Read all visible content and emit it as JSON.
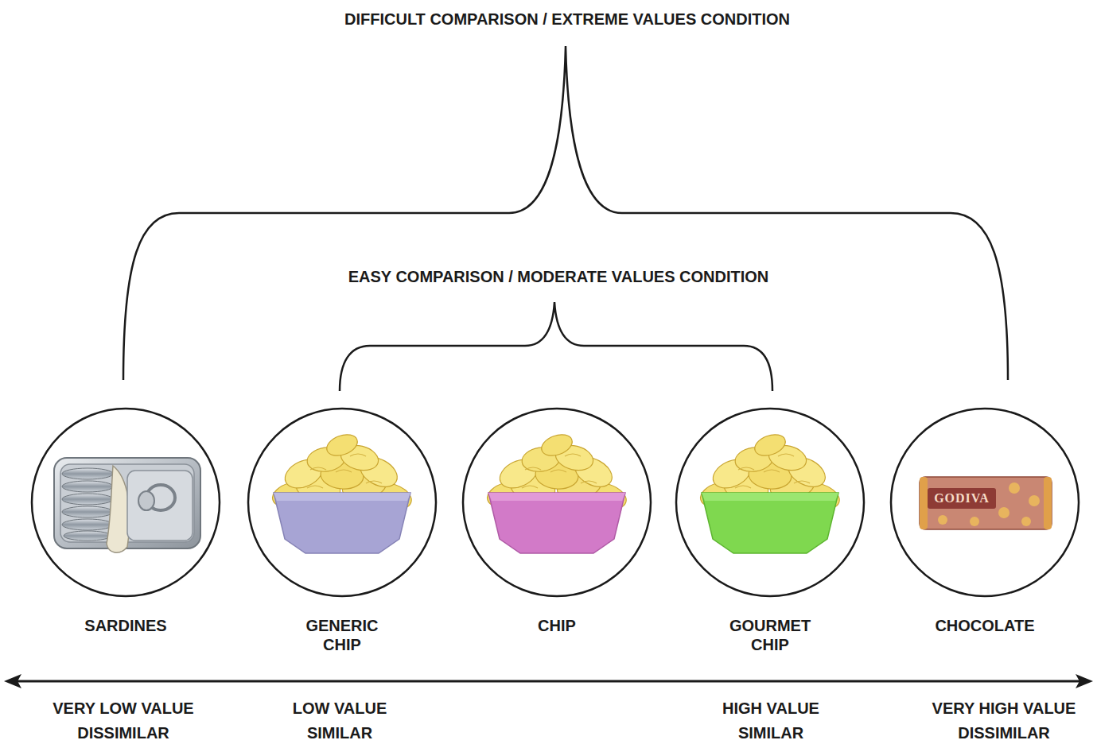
{
  "diagram": {
    "nodes": [
      {
        "text": [
          "SARDINES"
        ]
      },
      {
        "text": [
          "GENERIC CHIP"
        ]
      },
      {
        "text": [
          "CHIP"
        ]
      },
      {
        "text": [
          "GOURMET CHIP"
        ]
      },
      {
        "text": [
          "CHOCOLATE"
        ]
      }
    ],
    "labels": [
      "DIFFICULT COMPARISON / EXTREME VALUES CONDITION",
      "EASY COMPARISON / MODERATE VALUES CONDITION",
      "GODIVA",
      "VERY LOW VALUE",
      "LOW VALUE",
      "HIGH VALUE",
      "VERY HIGH VALUE",
      "DISSIMILAR",
      "SIMILAR",
      "SIMILAR",
      "DISSIMILAR"
    ]
  }
}
